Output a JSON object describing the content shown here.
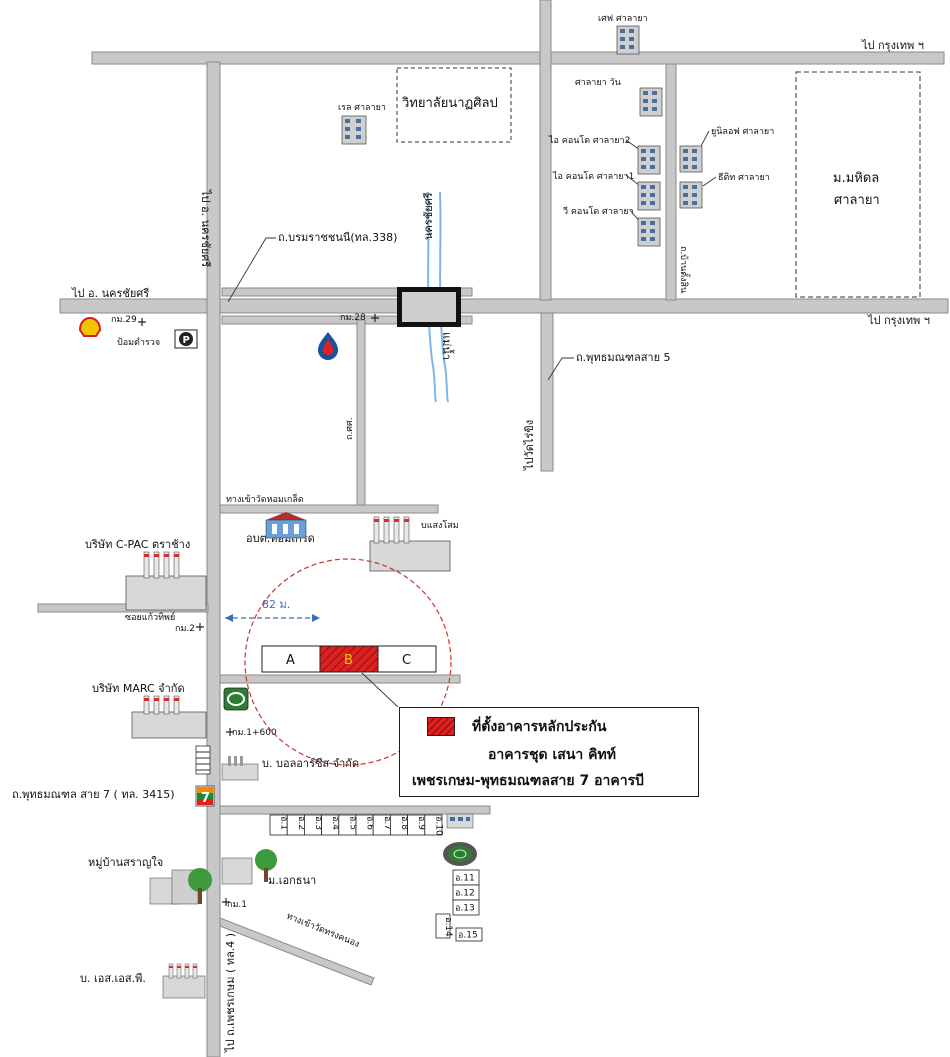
{
  "labels": {
    "to_bangkok_top": "ไป กรุงเทพ ฯ",
    "to_bangkok_mid": "ไป กรุงเทพ ฯ",
    "to_nakhon_chai_si_left": "ไป อ. นครชัยศรี",
    "to_nakhon_chai_si_vertical": "ไป อ. นครชัยศรี",
    "borommaratchachonnani": "ถ.บรมราชชนนี(ทล.338)",
    "km28": "กม.28",
    "km29": "กม.29",
    "km2": "กม.2",
    "km1_600": "กม.1+600",
    "km1": "กม.1",
    "police_box": "ป้อมตำรวจ",
    "river_name": "นครชัยศรี",
    "river_word": "แม่น้ำ",
    "phutthamonthon_5": "ถ.พุทธมณฑลสาย 5",
    "to_wat_rai_khing": "ไปวัดไร่ขิง",
    "ban_tang_sin": "ถ.บ้านตั้งสิน",
    "soi_road": "ถ.ศศ.",
    "wat_hom_kret_way": "ทางเข้าวัดหอมเกล็ด",
    "hom_kret_sao": "อบต.หอมเกร็ด",
    "bang_som": "บแสงโสม",
    "cpac": "บริษัท C-PAC ตราช้าง",
    "soi_kaeo_thip": "ซอยแก้วทิพย์",
    "distance": "82 ม.",
    "marc": "บริษัท MARC จำกัด",
    "ball_rs": "บ. บอลอาร์ซีส  จำกัด",
    "phutthamonthon_7": "ถ.พุทธมณฑล สาย 7 ( ทล. 3415)",
    "moo_ban_saranjai": "หมู่บ้านสราญใจ",
    "m_ekthana": "ม.เอกธนา",
    "wat_song_khanong_way": "ทางเข้าวัดทรงคนอง",
    "es_p": "บ. เอส.เอส.พี.",
    "phet_kasem_road": "ไป ถ.เพชรเกษม ( ทล.4 )",
    "weta_salaya": "เศฟ ศาลายา",
    "salaya_one": "ศาลายา วัน",
    "i_condo_2": "ไอ คอนโด ศาลายา2",
    "i_condo_1": "ไอ คอนโด ศาลายา1",
    "v_condo": "วี คอนโด ศาลายา",
    "unilife": "ยูนิลอฟ ศาลายา",
    "the_tit": "ธีติท ศาลายา",
    "rel_salaya": "เรล ศาลายา",
    "natasin": "วิทยาลัยนาฏศิลป",
    "mahidol_1": "ม.มหิดล",
    "mahidol_2": "ศาลายา",
    "bldg_a": "A",
    "bldg_b": "B",
    "bldg_c": "C"
  },
  "plots": [
    "อ.1",
    "อ.2",
    "อ.3",
    "อ.4",
    "อ.5",
    "อ.6",
    "อ.7",
    "อ.8",
    "อ.9",
    "อ.10"
  ],
  "plots_side": [
    "อ.11",
    "อ.12",
    "อ.13"
  ],
  "plots_bottom": [
    "อ.14",
    "อ.15"
  ],
  "legend": {
    "line1": "ที่ตั้งอาคารหลักประกัน",
    "line2": "อาคารชุด เสนา คิทท์",
    "line3": "เพชรเกษม-พุทธมณฑลสาย 7 อาคารบี"
  },
  "icons": {
    "shell": "shell-logo-icon",
    "ptt": "ptt-logo-icon",
    "parking": "parking-icon",
    "seven_eleven": "seven-eleven-icon",
    "bangchak": "gas-station-icon"
  },
  "colors": {
    "road": "#c8c8c8",
    "target_red": "#e02020",
    "circle": "#d03030",
    "river": "#7fb5e6",
    "arrow": "#3a6fb8"
  }
}
